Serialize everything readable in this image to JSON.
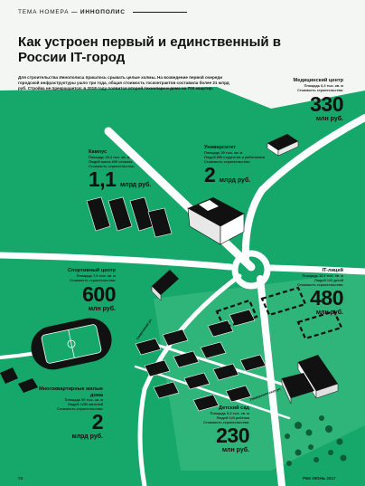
{
  "header": {
    "section": "ТЕМА НОМЕРА",
    "dash": " — ",
    "topic": "ИННОПОЛИС"
  },
  "title": "Как устроен первый и единственный в России IT-город",
  "intro": "Для строительства Иннополиса пришлось срывать целые холмы. На возведение первой очереди городской инфраструктуры ушло три года, общая стоимость госконтрактов составила более 21 млрд руб. Стройка не прекращается: в 2018 году появится второй технопарк и дома на 700 квартир.",
  "colors": {
    "field": "#15a86a",
    "road": "#ffffff",
    "building": "#111111",
    "page": "#f4f6f4"
  },
  "places": {
    "medical": {
      "name": "Медицинский центр",
      "lines": [
        "Площадь 6,3 тыс. кв. м",
        "Стоимость строительства:"
      ],
      "value": "330",
      "unit": "млн руб."
    },
    "campus": {
      "name": "Кампус",
      "lines": [
        "Площадь 25,3 тыс. кв. м",
        "Людей около 600 человек",
        "Стоимость строительства:"
      ],
      "value": "1,1",
      "unit": "млрд руб."
    },
    "university": {
      "name": "Университет",
      "lines": [
        "Площадь 29 тыс. кв. м",
        "Людей 850 студентов и работников",
        "Стоимость строительства:"
      ],
      "value": "2",
      "unit": "млрд руб."
    },
    "sport": {
      "name": "Спортивный центр",
      "lines": [
        "Площадь 7,6 тыс. кв. м",
        "Стоимость строительства:"
      ],
      "value": "600",
      "unit": "млн руб."
    },
    "lyceum": {
      "name": "IT-лицей",
      "lines": [
        "Площадь 12,1 тыс. кв. м",
        "Людей 123 детей",
        "Стоимость строительства:"
      ],
      "value": "480",
      "unit": "млн руб."
    },
    "housing": {
      "name": "Многоквартирные жилые дома",
      "lines": [
        "Площадь 50 тыс. кв. м",
        "Людей 1250 жителей",
        "Стоимость строительства:"
      ],
      "value": "2",
      "unit": "млрд руб."
    },
    "kindergarten": {
      "name": "Детский сад",
      "lines": [
        "Площадь 5,3 тыс. кв. м",
        "Людей 123 ребенка",
        "Стоимость строительства:"
      ],
      "value": "230",
      "unit": "млн руб."
    }
  },
  "roads": {
    "street1": "Спортивная ул.",
    "street2": "Университетская ул."
  },
  "footer": {
    "page": "74",
    "issue": "РБК ИЮНЬ 2017"
  }
}
